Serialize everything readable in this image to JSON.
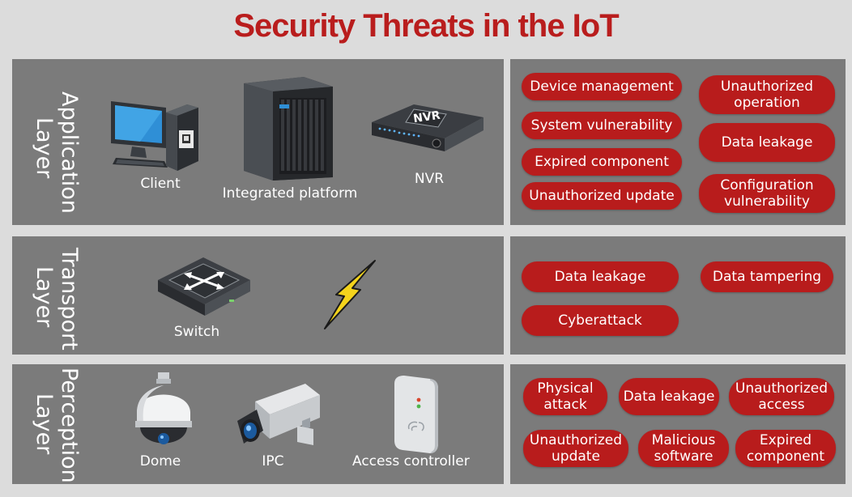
{
  "title": "Security Threats in the IoT",
  "colors": {
    "accent": "#b81c1c",
    "panel": "#7b7b7b",
    "background": "#dcdcdc"
  },
  "layers": {
    "application": {
      "label": "Application\nLayer",
      "devices": [
        "Client",
        "Integrated platform",
        "NVR"
      ],
      "nvr_badge": "NVR",
      "threats": [
        "Device management",
        "Unauthorized\noperation",
        "System vulnerability",
        "Data leakage",
        "Expired component",
        "Unauthorized update",
        "Configuration\nvulnerability"
      ]
    },
    "transport": {
      "label": "Transport\nLayer",
      "devices": [
        "Switch"
      ],
      "threats": [
        "Data leakage",
        "Data tampering",
        "Cyberattack"
      ]
    },
    "perception": {
      "label": "Perception\nLayer",
      "devices": [
        "Dome",
        "IPC",
        "Access controller"
      ],
      "threats": [
        "Physical\nattack",
        "Data leakage",
        "Unauthorized\naccess",
        "Unauthorized\nupdate",
        "Malicious\nsoftware",
        "Expired\ncomponent"
      ]
    }
  }
}
